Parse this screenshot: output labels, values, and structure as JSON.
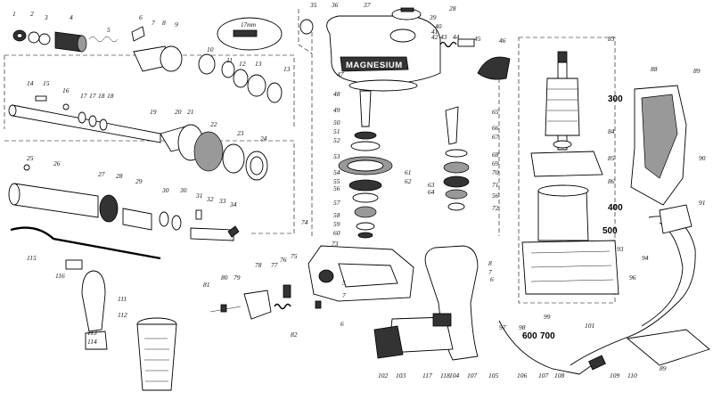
{
  "brand_text": "MAGNESIUM",
  "dimension_label": "17mm",
  "section_numbers": [
    "300",
    "400",
    "500",
    "600",
    "700"
  ],
  "part_numbers": [
    "1",
    "2",
    "3",
    "4",
    "5",
    "6",
    "7",
    "8",
    "9",
    "10",
    "11",
    "12",
    "13",
    "13",
    "14",
    "15",
    "16",
    "17",
    "17",
    "18",
    "18",
    "19",
    "20",
    "21",
    "22",
    "23",
    "24",
    "25",
    "26",
    "27",
    "28",
    "29",
    "30",
    "30",
    "31",
    "32",
    "33",
    "34",
    "35",
    "36",
    "37",
    "28",
    "39",
    "40",
    "41",
    "42",
    "43",
    "44",
    "45",
    "46",
    "47",
    "48",
    "49",
    "50",
    "51",
    "52",
    "53",
    "54",
    "55",
    "56",
    "57",
    "58",
    "59",
    "60",
    "61",
    "62",
    "63",
    "64",
    "65",
    "66",
    "67",
    "68",
    "69",
    "70",
    "71",
    "56",
    "72",
    "73",
    "74",
    "75",
    "76",
    "77",
    "78",
    "79",
    "80",
    "81",
    "82",
    "5",
    "7",
    "6",
    "8",
    "7",
    "6",
    "83",
    "84",
    "85",
    "86",
    "88",
    "89",
    "90",
    "91",
    "93",
    "94",
    "96",
    "97",
    "98",
    "99",
    "101",
    "102",
    "103",
    "104",
    "105",
    "106",
    "107",
    "107",
    "108",
    "109",
    "110",
    "111",
    "112",
    "113",
    "114",
    "115",
    "116",
    "117",
    "118",
    "89"
  ]
}
